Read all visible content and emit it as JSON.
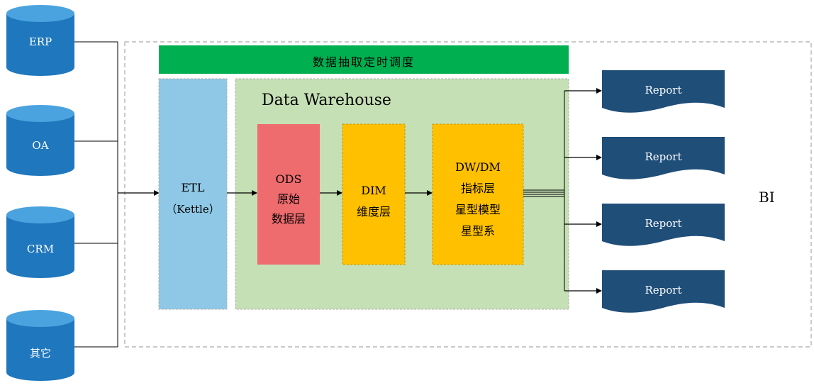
{
  "sources": [
    {
      "id": "erp",
      "label": "ERP"
    },
    {
      "id": "oa",
      "label": "OA"
    },
    {
      "id": "crm",
      "label": "CRM"
    },
    {
      "id": "other",
      "label": "其它"
    }
  ],
  "scheduler": {
    "label": "数据抽取定时调度"
  },
  "etl": {
    "line1": "ETL",
    "line2": "（Kettle）"
  },
  "warehouse": {
    "title": "Data Warehouse"
  },
  "layers": {
    "ods": {
      "lines": [
        "ODS",
        "原始",
        "数据层"
      ]
    },
    "dim": {
      "lines": [
        "DIM",
        "维度层"
      ]
    },
    "dwdm": {
      "lines": [
        "DW/DM",
        "指标层",
        "星型模型",
        "星型系"
      ]
    }
  },
  "reports": [
    {
      "label": "Report"
    },
    {
      "label": "Report"
    },
    {
      "label": "Report"
    },
    {
      "label": "Report"
    }
  ],
  "bi": {
    "label": "BI"
  },
  "colors": {
    "db": "#1f77bd",
    "db_top": "#4aa3df",
    "scheduler": "#00b050",
    "etl": "#8ec8e6",
    "warehouse": "#c5e0b4",
    "ods": "#ee6b6e",
    "layer": "#ffc000",
    "report": "#1f4e79"
  }
}
